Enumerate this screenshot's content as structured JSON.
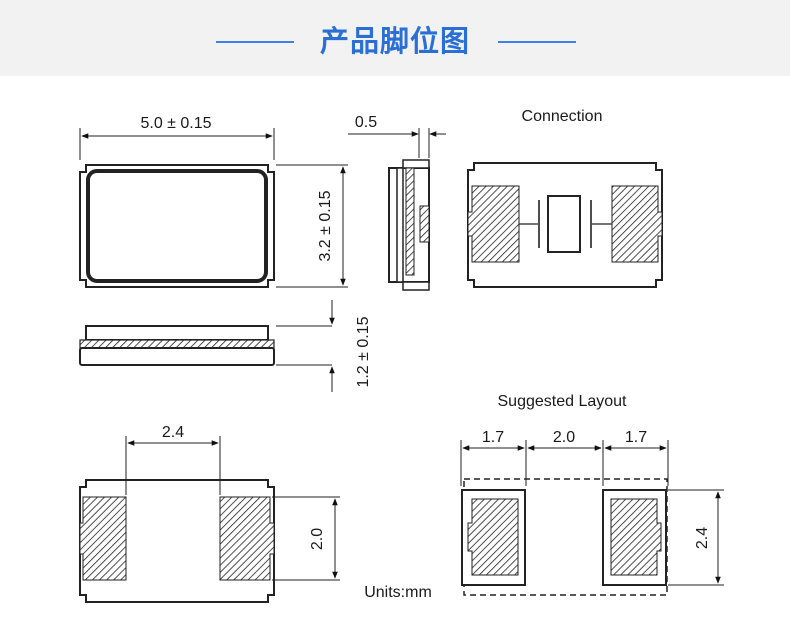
{
  "header": {
    "title": "产品脚位图"
  },
  "top_view": {
    "width_dim": "5.0 ± 0.15",
    "height_dim": "3.2 ± 0.15"
  },
  "side_view": {
    "lead_dim": "0.5"
  },
  "front_view": {
    "thickness_dim": "1.2 ± 0.15"
  },
  "bottom_view": {
    "pad_spacing_dim": "2.4",
    "pad_height_dim": "2.0"
  },
  "connection": {
    "label": "Connection"
  },
  "layout": {
    "label": "Suggested Layout",
    "dim_left": "1.7",
    "dim_mid": "2.0",
    "dim_right": "1.7",
    "dim_height": "2.4"
  },
  "units": {
    "label": "Units:mm"
  }
}
